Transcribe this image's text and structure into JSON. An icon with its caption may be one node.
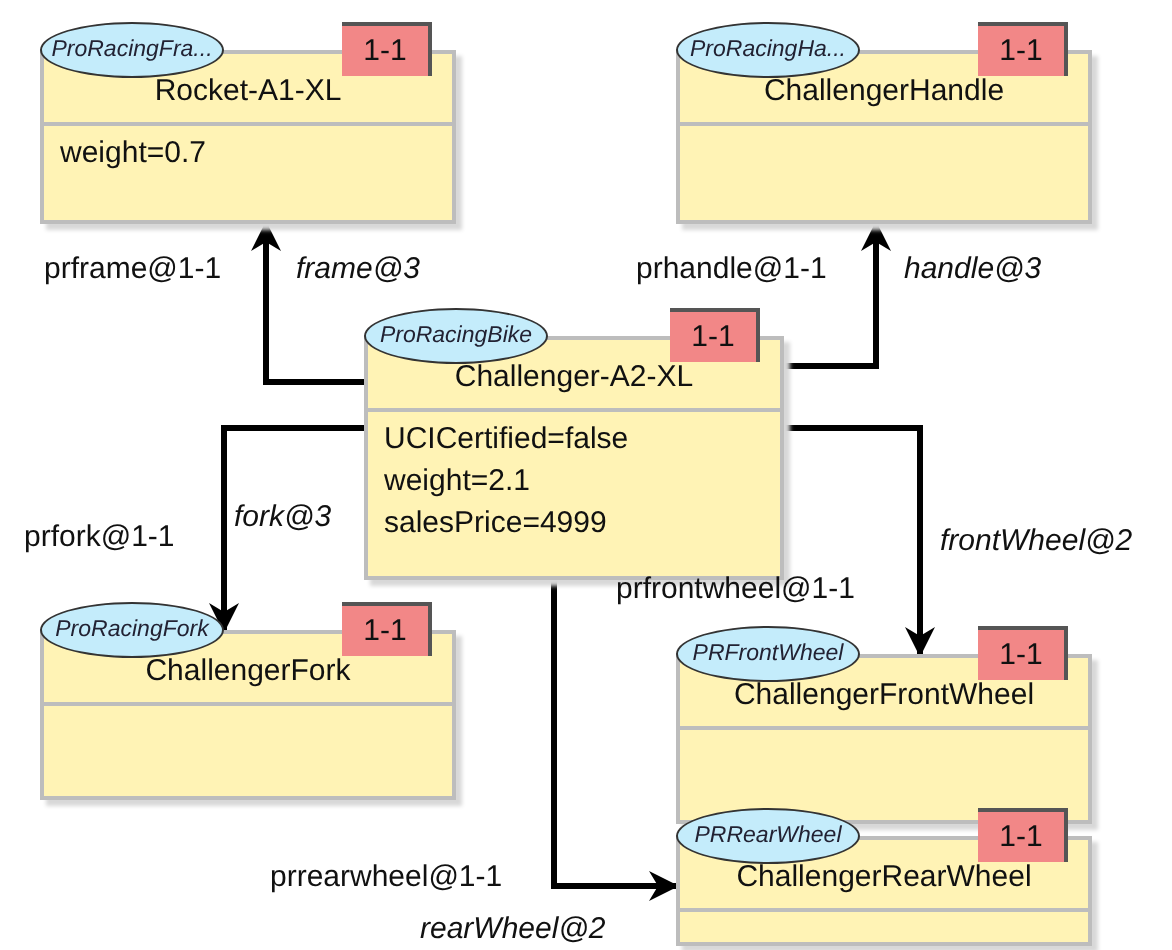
{
  "diagram": {
    "nodes": [
      {
        "text": [
          "ProRacingFra...",
          "1-1",
          "Rocket-A1-XL",
          "weight=0.7"
        ]
      },
      {
        "text": [
          "ProRacingHa...",
          "1-1",
          "ChallengerHandle"
        ]
      },
      {
        "text": [
          "ProRacingBike",
          "1-1",
          "Challenger-A2-XL",
          "UCICertified=false",
          "weight=2.1",
          "salesPrice=4999"
        ]
      },
      {
        "text": [
          "ProRacingFork",
          "1-1",
          "ChallengerFork"
        ]
      },
      {
        "text": [
          "PRFrontWheel",
          "1-1",
          "ChallengerFrontWheel"
        ]
      },
      {
        "text": [
          "PRRearWheel",
          "1-1",
          "ChallengerRearWheel"
        ]
      }
    ],
    "edges": [
      {
        "from": 2,
        "to": 0,
        "arrow": "to",
        "label": "frame@3"
      },
      {
        "from": 2,
        "to": 1,
        "arrow": "to",
        "label": "handle@3"
      },
      {
        "from": 2,
        "to": 3,
        "arrow": "to",
        "label": "fork@3"
      },
      {
        "from": 2,
        "to": 4,
        "arrow": "to",
        "label": "frontWheel@2"
      },
      {
        "from": 2,
        "to": 5,
        "arrow": "to",
        "label": "rearWheel@2"
      }
    ],
    "labels": [
      "prframe@1-1",
      "prhandle@1-1",
      "prfork@1-1",
      "prfrontwheel@1-1",
      "prrearwheel@1-1"
    ]
  }
}
